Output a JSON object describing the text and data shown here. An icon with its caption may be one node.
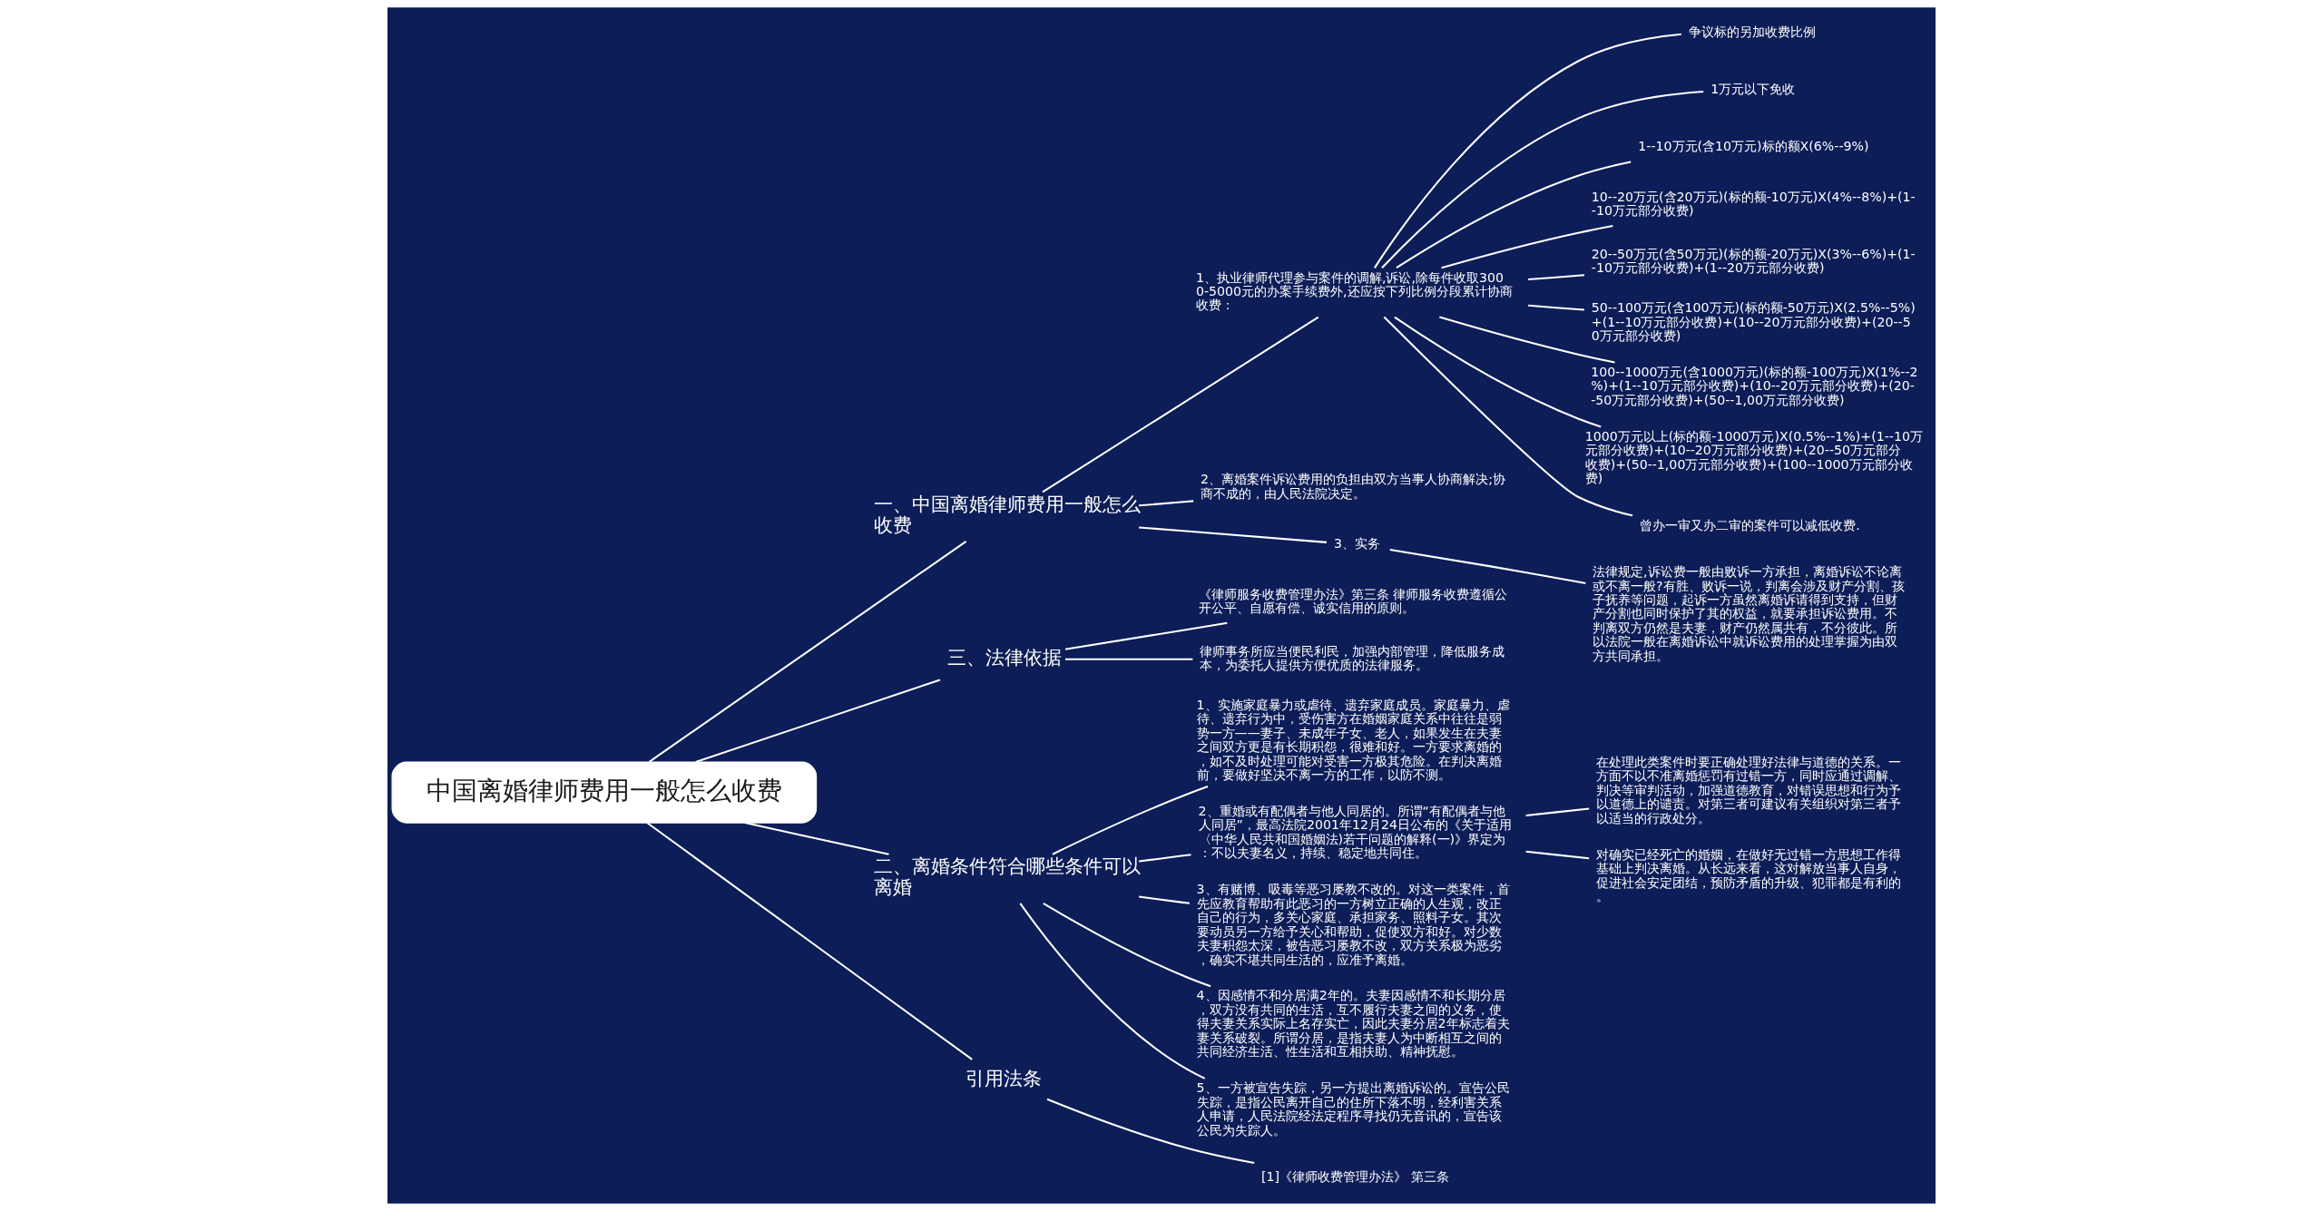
{
  "diagram": {
    "nodes": [
      {
        "text": [
          "中国离婚律师费用一般怎么收费"
        ]
      },
      {
        "text": [
          "一、中国离婚律师费用一般怎么收费"
        ]
      },
      {
        "text": [
          "1、执业律师代理参与案件的调解,诉讼,除每件收取3000-5000元的办案手续费外,还应按下列比例分段累计协商收费："
        ]
      },
      {
        "text": [
          "争议标的另加收费比例"
        ]
      },
      {
        "text": [
          "1万元以下免收"
        ]
      },
      {
        "text": [
          "1--10万元(含10万元)标的额X(6%--9%)"
        ]
      },
      {
        "text": [
          "10--20万元(含20万元)(标的额-10万元)X(4%--8%)+(1--10万元部分收费)"
        ]
      },
      {
        "text": [
          "20--50万元(含50万元)(标的额-20万元)X(3%--6%)+(1--10万元部分收费)+(1--20万元部分收费)"
        ]
      },
      {
        "text": [
          "50--100万元(含100万元)(标的额-50万元)X(2.5%--5%)+(1--10万元部分收费)+(10--20万元部分收费)+(20--50万元部分收费)"
        ]
      },
      {
        "text": [
          "100--1000万元(含1000万元)(标的额-100万元)X(1%--2%)+(1--10万元部分收费)+(10--20万元部分收费)+(20--50万元部分收费)+(50--1,00万元部分收费)"
        ]
      },
      {
        "text": [
          "1000万元以上(标的额-1000万元)X(0.5%--1%)+(1--10万元部分收费)+(10--20万元部分收费)+(20--50万元部分收费)+(50--1,00万元部分收费)+(100--1000万元部分收费)"
        ]
      },
      {
        "text": [
          "曾办一审又办二审的案件可以减低收费."
        ]
      },
      {
        "text": [
          "2、离婚案件诉讼费用的负担由双方当事人协商解决;协商不成的，由人民法院决定。"
        ]
      },
      {
        "text": [
          "3、实务"
        ]
      },
      {
        "text": [
          "法律规定,诉讼费一般由败诉一方承担，离婚诉讼不论离或不离一般?有胜、败诉一说，判离会涉及财产分割、孩子抚养等问题，起诉一方虽然离婚诉请得到支持，但财产分割也同时保护了其的权益，就要承担诉讼费用。不判离双方仍然是夫妻，财产仍然属共有，不分彼此。所以法院一般在离婚诉讼中就诉讼费用的处理掌握为由双方共同承担。"
        ]
      },
      {
        "text": [
          "三、法律依据"
        ]
      },
      {
        "text": [
          "《律师服务收费管理办法》第三条 律师服务收费遵循公开公平、自愿有偿、诚实信用的原则。"
        ]
      },
      {
        "text": [
          "律师事务所应当便民利民，加强内部管理，降低服务成本，为委托人提供方便优质的法律服务。"
        ]
      },
      {
        "text": [
          "二、离婚条件符合哪些条件可以离婚"
        ]
      },
      {
        "text": [
          "1、实施家庭暴力或虐待、遗弃家庭成员。家庭暴力、虐待、遗弃行为中，受伤害方在婚姻家庭关系中往往是弱势一方——妻子、未成年子女、老人，如果发生在夫妻之间双方更是有长期积怨，很难和好。一方要求离婚的，如不及时处理可能对受害一方极其危险。在判决离婚前，要做好坚决不离一方的工作，以防不测。"
        ]
      },
      {
        "text": [
          "2、重婚或有配偶者与他人同居的。所谓“有配偶者与他人同居”，最高法院2001年12月24日公布的《关于适用〈中华人民共和国婚姻法)若干问题的解释(一)》界定为：不以夫妻名义，持续、稳定地共同住。"
        ]
      },
      {
        "text": [
          "在处理此类案件时要正确处理好法律与道德的关系。一方面不以不准离婚惩罚有过错一方，同时应通过调解、判决等审判活动，加强道德教育，对错误思想和行为予以道德上的谴责。对第三者可建议有关组织对第三者予以适当的行政处分。"
        ]
      },
      {
        "text": [
          "对确实已经死亡的婚姻，在做好无过错一方思想工作得基础上判决离婚。从长远来看，这对解放当事人自身，促进社会安定团结，预防矛盾的升级、犯罪都是有利的。"
        ]
      },
      {
        "text": [
          "3、有赌博、吸毒等恶习屡教不改的。对这一类案件，首先应教育帮助有此恶习的一方树立正确的人生观，改正自己的行为，多关心家庭、承担家务、照料子女。其次要动员另一方给予关心和帮助，促使双方和好。对少数夫妻积怨太深，被告恶习屡教不改，双方关系极为恶劣，确实不堪共同生活的，应准予离婚。"
        ]
      },
      {
        "text": [
          "4、因感情不和分居满2年的。夫妻因感情不和长期分居，双方没有共同的生活，互不履行夫妻之间的义务，使得夫妻关系实际上名存实亡，因此夫妻分居2年标志着夫妻关系破裂。所谓分居，是指夫妻人为中断相互之间的共同经济生活、性生活和互相扶助、精神抚慰。"
        ]
      },
      {
        "text": [
          "5、一方被宣告失踪，另一方提出离婚诉讼的。宣告公民失踪，是指公民离开自己的住所下落不明，经利害关系人申请，人民法院经法定程序寻找仍无音讯的，宣告该公民为失踪人。"
        ]
      },
      {
        "text": [
          "引用法条"
        ]
      },
      {
        "text": [
          "[1]《律师收费管理办法》 第三条"
        ]
      }
    ],
    "edges": [
      {
        "from": 0,
        "to": 1,
        "arrow": "none"
      },
      {
        "from": 1,
        "to": 2,
        "arrow": "none"
      },
      {
        "from": 2,
        "to": 3,
        "arrow": "none"
      },
      {
        "from": 2,
        "to": 4,
        "arrow": "none"
      },
      {
        "from": 2,
        "to": 5,
        "arrow": "none"
      },
      {
        "from": 2,
        "to": 6,
        "arrow": "none"
      },
      {
        "from": 2,
        "to": 7,
        "arrow": "none"
      },
      {
        "from": 2,
        "to": 8,
        "arrow": "none"
      },
      {
        "from": 2,
        "to": 9,
        "arrow": "none"
      },
      {
        "from": 2,
        "to": 10,
        "arrow": "none"
      },
      {
        "from": 2,
        "to": 11,
        "arrow": "none"
      },
      {
        "from": 1,
        "to": 12,
        "arrow": "none"
      },
      {
        "from": 1,
        "to": 13,
        "arrow": "none"
      },
      {
        "from": 13,
        "to": 14,
        "arrow": "none"
      },
      {
        "from": 0,
        "to": 15,
        "arrow": "none"
      },
      {
        "from": 15,
        "to": 16,
        "arrow": "none"
      },
      {
        "from": 15,
        "to": 17,
        "arrow": "none"
      },
      {
        "from": 0,
        "to": 18,
        "arrow": "none"
      },
      {
        "from": 18,
        "to": 19,
        "arrow": "none"
      },
      {
        "from": 18,
        "to": 20,
        "arrow": "none"
      },
      {
        "from": 20,
        "to": 21,
        "arrow": "none"
      },
      {
        "from": 20,
        "to": 22,
        "arrow": "none"
      },
      {
        "from": 18,
        "to": 23,
        "arrow": "none"
      },
      {
        "from": 18,
        "to": 24,
        "arrow": "none"
      },
      {
        "from": 18,
        "to": 25,
        "arrow": "none"
      },
      {
        "from": 0,
        "to": 26,
        "arrow": "none"
      },
      {
        "from": 26,
        "to": 27,
        "arrow": "none"
      }
    ]
  }
}
